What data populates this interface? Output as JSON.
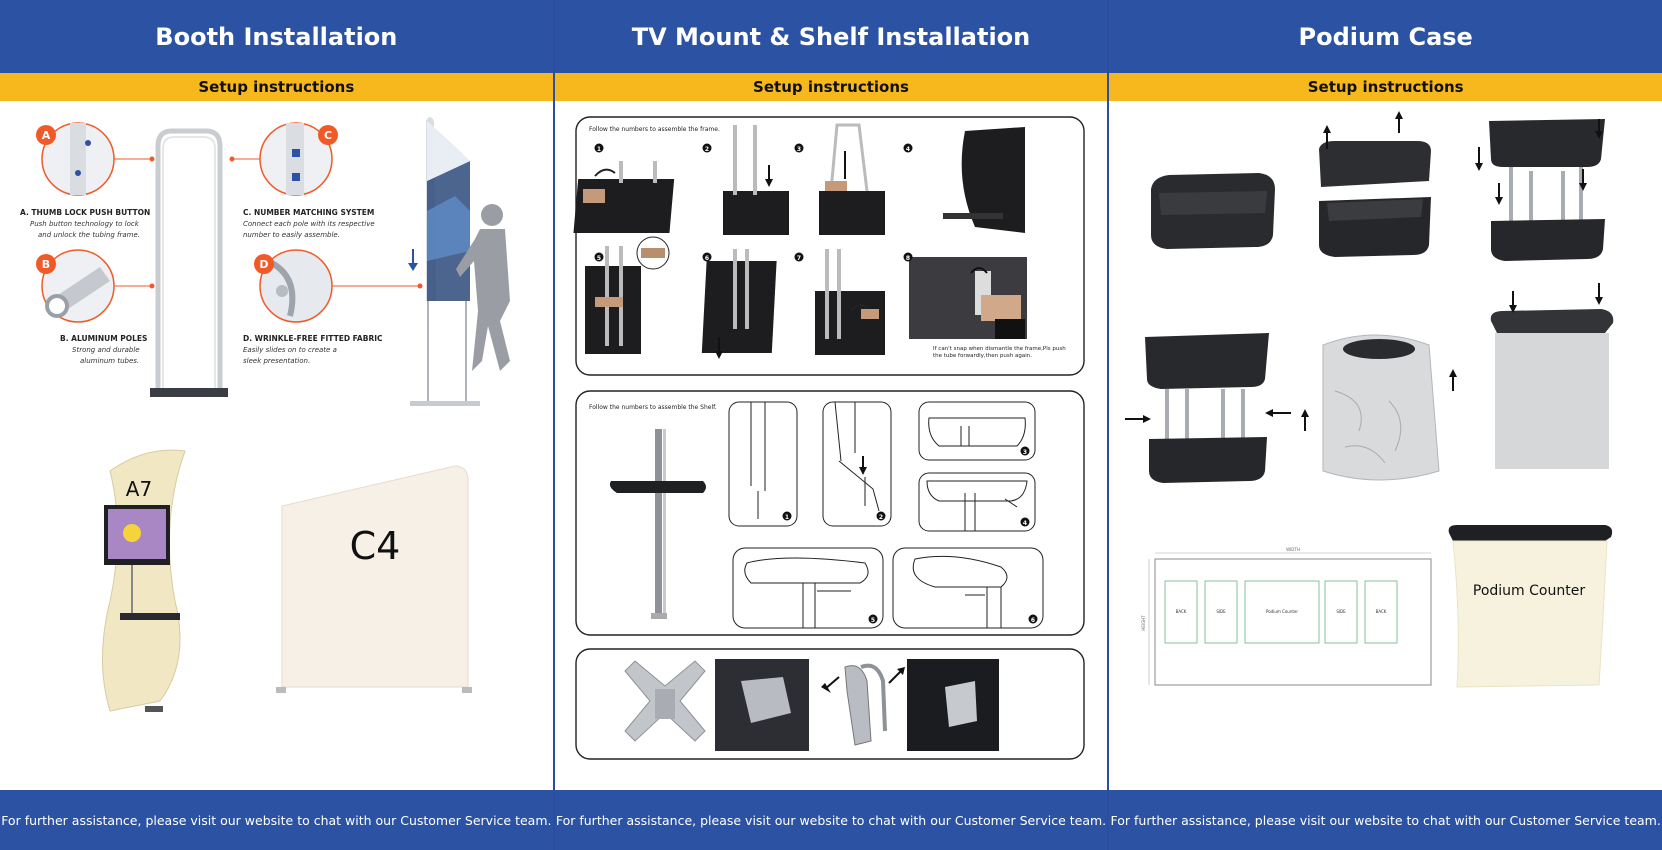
{
  "colors": {
    "header_blue": "#2b52a3",
    "subheader_yellow": "#f6b81c",
    "white": "#ffffff"
  },
  "footer_text": "For further assistance, please visit our website  to chat with our Customer Service team.",
  "panels": [
    {
      "title": "Booth Installation",
      "subtitle": "Setup instructions",
      "features": [
        {
          "letter": "A",
          "title": "A. THUMB LOCK PUSH BUTTON",
          "desc1": "Push button technology to lock",
          "desc2": "and unlock the tubing frame."
        },
        {
          "letter": "B",
          "title": "B. ALUMINUM POLES",
          "desc1": "Strong and durable",
          "desc2": "aluminum tubes."
        },
        {
          "letter": "C",
          "title": "C. NUMBER MATCHING SYSTEM",
          "desc1": "Connect each pole with its respective",
          "desc2": "number to easily assemble."
        },
        {
          "letter": "D",
          "title": "D. WRINKLE-FREE FITTED FABRIC",
          "desc1": "Easily slides on to create a",
          "desc2": "sleek presentation."
        }
      ],
      "products": [
        "A7",
        "C4"
      ]
    },
    {
      "title": "TV Mount & Shelf Installation",
      "subtitle": "Setup instructions",
      "frame_caption": "Follow the numbers to assemble the frame.",
      "shelf_caption": "Follow the numbers to assemble the Shelf.",
      "frame_note_1": "If can't snap when dismantle the frame,Pls push",
      "frame_note_2": "the tube forwardly,then push again.",
      "frame_steps": [
        "1",
        "2",
        "3",
        "4",
        "5",
        "6",
        "7",
        "8"
      ],
      "shelf_steps": [
        "1",
        "2",
        "3",
        "4",
        "5",
        "6"
      ]
    },
    {
      "title": "Podium Case",
      "subtitle": "Setup instructions",
      "diagram": {
        "width_label": "WIDTH",
        "height_label": "HEIGHT",
        "sections": [
          "BACK",
          "SIDE",
          "Podium Counter",
          "SIDE",
          "BACK"
        ]
      },
      "product_label": "Podium Counter"
    }
  ]
}
